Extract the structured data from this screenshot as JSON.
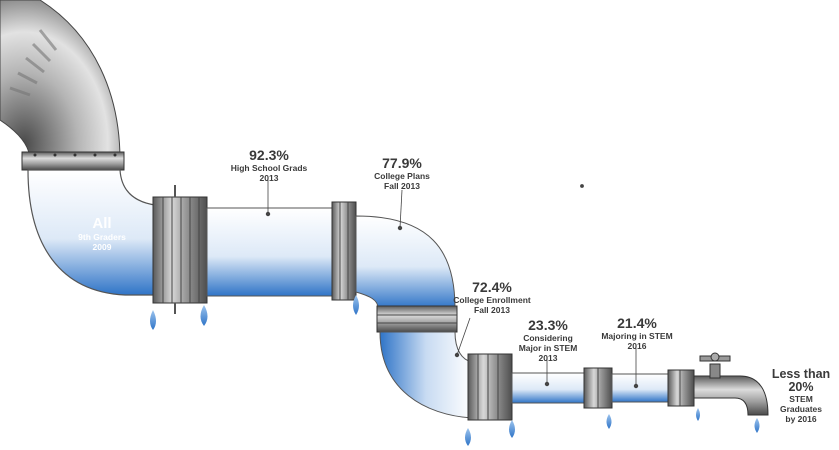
{
  "colors": {
    "pipe_dark": "#5c5c5c",
    "pipe_mid": "#9a9a9a",
    "pipe_light": "#e6e6e6",
    "water_blue": "#2f74c7",
    "water_light": "#eaf2fb",
    "drop_blue": "#3c83d4",
    "text": "#3a3a3a"
  },
  "stages": [
    {
      "id": "all",
      "value": "All",
      "line1": "9th Graders",
      "line2": "2009",
      "line3": ""
    },
    {
      "id": "hs",
      "value": "92.3%",
      "line1": "High School Grads",
      "line2": "2013",
      "line3": ""
    },
    {
      "id": "plans",
      "value": "77.9%",
      "line1": "College Plans",
      "line2": "Fall 2013",
      "line3": ""
    },
    {
      "id": "enroll",
      "value": "72.4%",
      "line1": "College Enrollment",
      "line2": "Fall 2013",
      "line3": ""
    },
    {
      "id": "considering",
      "value": "23.3%",
      "line1": "Considering",
      "line2": "Major in STEM",
      "line3": "2013"
    },
    {
      "id": "majoring",
      "value": "21.4%",
      "line1": "Majoring in STEM",
      "line2": "2016",
      "line3": ""
    },
    {
      "id": "grads",
      "value": "Less than 20%",
      "line1": "STEM",
      "line2": "Graduates",
      "line3": "by 2016"
    }
  ]
}
